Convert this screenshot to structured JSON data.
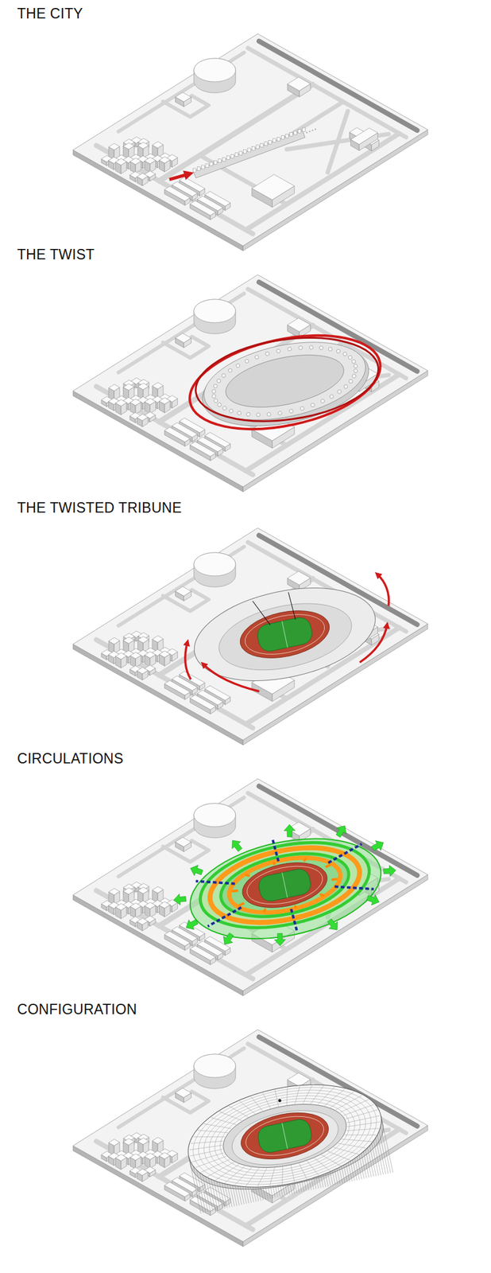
{
  "diagram": {
    "labels": [
      "THE CITY",
      "THE TWIST",
      "THE TWISTED TRIBUNE",
      "CIRCULATIONS",
      "CONFIGURATION"
    ]
  }
}
